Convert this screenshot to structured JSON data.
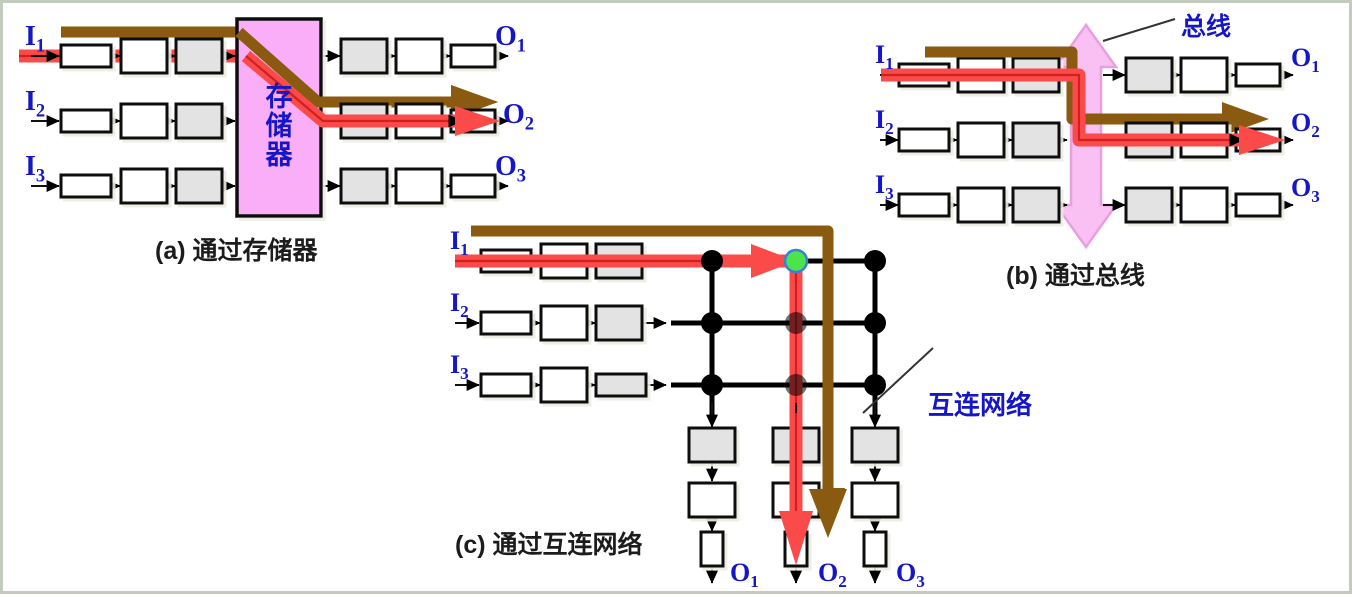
{
  "figure": {
    "title_present": false,
    "colors": {
      "signal_red": "#fb4a4a",
      "control_brown": "#8a5a11",
      "bus_pink": "#f6b4ee",
      "memory_fill": "#fbaef8",
      "label_blue": "#1516c8",
      "stage_gray": "#e3e3e3",
      "crosspoint_black": "#000000",
      "active_crosspoint_green": "#4ce44c",
      "border": "#c2cbbe"
    }
  },
  "panels": [
    {
      "id": "a",
      "caption": "(a) 通过存储器",
      "inputs": [
        "I",
        "I",
        "I"
      ],
      "input_subs": [
        "1",
        "2",
        "3"
      ],
      "outputs": [
        "O",
        "O",
        "O"
      ],
      "output_subs": [
        "1",
        "2",
        "3"
      ],
      "block": {
        "name": "memory-block",
        "label_chars": [
          "存",
          "储",
          "器"
        ]
      },
      "stages_in": [
        "small-rect",
        "square",
        "gray-square"
      ],
      "stages_out": [
        "gray-square",
        "square",
        "small-rect"
      ],
      "active_path": {
        "from": "I1",
        "to": "O2"
      }
    },
    {
      "id": "b",
      "caption": "(b) 通过总线",
      "inputs": [
        "I",
        "I",
        "I"
      ],
      "input_subs": [
        "1",
        "2",
        "3"
      ],
      "outputs": [
        "O",
        "O",
        "O"
      ],
      "output_subs": [
        "1",
        "2",
        "3"
      ],
      "block": {
        "name": "bus-arrow",
        "label": "总线"
      },
      "stages_in": [
        "small-rect",
        "square",
        "gray-square"
      ],
      "stages_out": [
        "gray-square",
        "square",
        "small-rect"
      ],
      "active_path": {
        "from": "I1",
        "to": "O2"
      }
    },
    {
      "id": "c",
      "caption": "(c) 通过互连网络",
      "inputs": [
        "I",
        "I",
        "I"
      ],
      "input_subs": [
        "1",
        "2",
        "3"
      ],
      "outputs": [
        "O",
        "O",
        "O"
      ],
      "output_subs": [
        "1",
        "2",
        "3"
      ],
      "block": {
        "name": "crossbar",
        "label": "互连网络",
        "rows": 3,
        "cols": 3
      },
      "stages_in": [
        "small-rect",
        "square",
        "gray-square"
      ],
      "stages_out": [
        "gray-square",
        "square",
        "small-rect"
      ],
      "active_path": {
        "from": "I1",
        "to": "O2",
        "active_crosspoint": [
          1,
          2
        ]
      }
    }
  ],
  "labels": {
    "bus": "总线",
    "network": "互连网络",
    "memory": "存储器",
    "cap_a": "(a) 通过存储器",
    "cap_b": "(b) 通过总线",
    "cap_c": "(c) 通过互连网络",
    "i1": "I",
    "i2": "I",
    "i3": "I",
    "o1": "O",
    "o2": "O",
    "o3": "O",
    "s1": "1",
    "s2": "2",
    "s3": "3",
    "mem1": "存",
    "mem2": "储",
    "mem3": "器"
  }
}
